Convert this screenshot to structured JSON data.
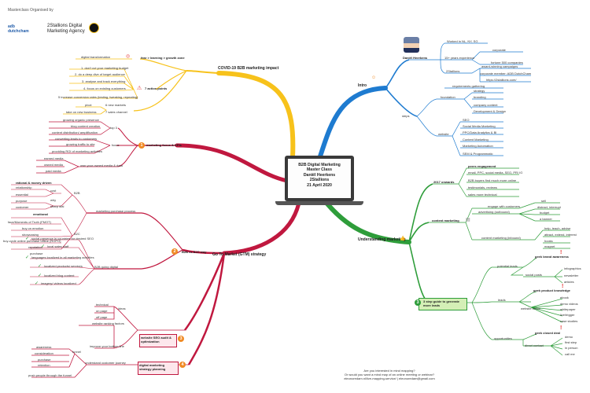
{
  "header": {
    "organised_by": "Masterclass Organised by",
    "org1": "adb dutchcham",
    "org2": "2Stallions Digital Marketing Agency"
  },
  "center": {
    "line1": "B2B Digital Marketing",
    "line2": "Master Class",
    "line3": "Daniël Heerkens",
    "line4": "2Stallions",
    "line5": "21 April 2020"
  },
  "colors": {
    "yellow": "#f7c21b",
    "crimson": "#c0183f",
    "orange": "#f08a24",
    "blue": "#1e7bd0",
    "green": "#2e9d3a"
  },
  "covid": {
    "title": "COVID-19 B2B marketing impact",
    "zone_label": "fear > learning > growth zone",
    "digital": "digital transformation",
    "action_points": "7 action points",
    "points": [
      "1. don't cut your marketing budget",
      "2. do a deep dive of target audience",
      "3. analyse and track everything",
      "4. focus on existing customers",
      "5 increase conversion rates (testing, tweaking, repeating)"
    ],
    "pivot": "pivot",
    "new_biz": "take on new business",
    "new_markets": "6 new markets",
    "new_channel": "7 sales channel"
  },
  "mf": {
    "title": "marketing focus & KPIs",
    "top3": "top 3",
    "focus": "focus",
    "own": "own your owned media & data",
    "items": [
      "growing organic presence",
      "blog content creation",
      "content distribution/ amplification",
      "converting leads to customers",
      "growing traffic to site",
      "providing ROI of marketing activities",
      "earned media",
      "owned media",
      "paid media"
    ]
  },
  "b2b": {
    "title": "B2B vs B2C way",
    "purchase_process": "marketing purchase process",
    "b2b_label": "B2B",
    "b2c_label": "B2C",
    "rational_head": "rational & money driven",
    "emotional_head": "emotional",
    "rational": [
      "relationship",
      "essential",
      "purpose",
      "customer"
    ],
    "rational_right": [
      "cost",
      "why",
      "sharp dial"
    ],
    "emotional": [
      "face/Moments of Truth (FMOT)",
      "buy on emotion",
      "showcasing",
      "buy-cycle online purchase offline (ROPO)",
      "reputation",
      "purchase"
    ],
    "global_head": "B2B going digital",
    "global": [
      "social presence in countries for desired SEO",
      "local sales staff",
      "languages localized in all marketing activities",
      "localized products/ services",
      "localized blog content",
      "imagery/ videos localized"
    ]
  },
  "gtm": {
    "title": "Go To Market (GTM) strategy"
  },
  "seo": {
    "title": "website SEO audit & optimization",
    "technical": "technical",
    "onpage": "on page",
    "offpage": "off page",
    "ideas": "ideas",
    "ranking": "website ranking factors",
    "bottom": "improve your bottom line"
  },
  "strategy": {
    "title": "digital marketing strategy planning",
    "journey": "understand customer journey",
    "funnel": "funnel",
    "stages": [
      "awareness",
      "consideration",
      "purchase",
      "retention"
    ],
    "push": "push people through the funnel"
  },
  "intro": {
    "title": "Intro",
    "name": "Daniël Heerkens",
    "worked": "Worked in NL, NY, SG",
    "experience": "15+ years experience",
    "corporate": "corporate",
    "fortune": "fortune 500 companies",
    "company": "2Stallions",
    "campaigns": "award-winning campaigns",
    "corp_member": "corporate member: ADB DutchCham",
    "url": "https://2stallions.com/",
    "req": "requirements gathering",
    "steps": "steps",
    "foundation": "foundation",
    "foundation_items": [
      "strategy",
      "branding",
      "company content",
      "Development & Design"
    ],
    "website": "website",
    "website_items": [
      "SEO",
      "Social Media Marketing",
      "PPC/Data Analytics & BI",
      "Content Marketing",
      "Marketing Automation",
      "SEM & Programmatic"
    ]
  },
  "understand": {
    "title": "Understanding marketing",
    "y2017": "2017 onwards",
    "right_2017": [
      "peers engagement",
      "email, PPC, social media, SEO, PR/ IG",
      "B2B buyers find much more online",
      "testimonials, reviews",
      "sales more technical"
    ],
    "content_marketing": "content marketing",
    "engage": "engage with customers",
    "advertising": "advertising (outbound)",
    "outbound_items": [
      "sell",
      "distract, interrupt",
      "budget",
      "a banner"
    ],
    "inbound": "content marketing (inbound)",
    "inbound_items": [
      "help, teach, advise",
      "attract, extend, interest",
      "hooks",
      "magnet"
    ],
    "guide": "3 step guide to generate more leads",
    "potential": "potential leads",
    "awareness": "geek brand awareness",
    "social": "social posts",
    "social_items": [
      "infographics",
      "newsletter",
      "articles"
    ],
    "leads": "leads",
    "knowledge": "geek product knowledge",
    "website_online": "website online",
    "online_items": [
      "ebook",
      "demo videos",
      "whitepaper",
      "live/trigger",
      "case studies"
    ],
    "opportunities": "opportunities",
    "closed": "geek closed deal",
    "direct": "direct contact",
    "direct_items": [
      "demo",
      "first step",
      "in person",
      "call me"
    ]
  },
  "cta": {
    "line1": "Are you interested in mind mapping?",
    "line2": "Or would you want a mind map of an online meeting or webinar?",
    "line3": "eleonoredam.nl/live-mapping-service/ | eleonoredam@gmail.com"
  }
}
